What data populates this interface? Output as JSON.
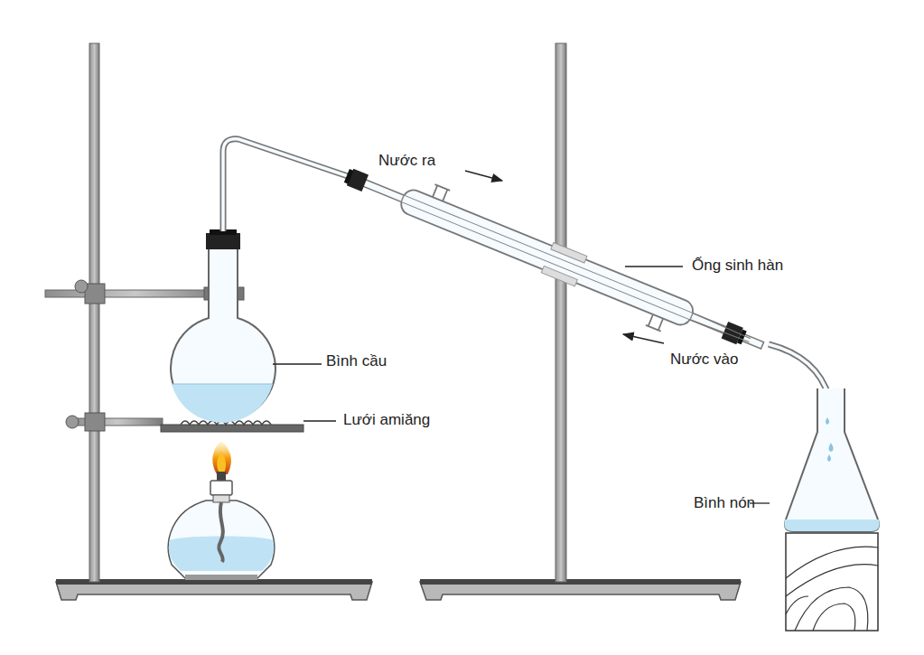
{
  "diagram": {
    "labels": [
      "Nước ra",
      "Ống sinh hàn",
      "Bình cầu",
      "Lưới amiăng",
      "Nước vào",
      "Bình nón"
    ]
  }
}
